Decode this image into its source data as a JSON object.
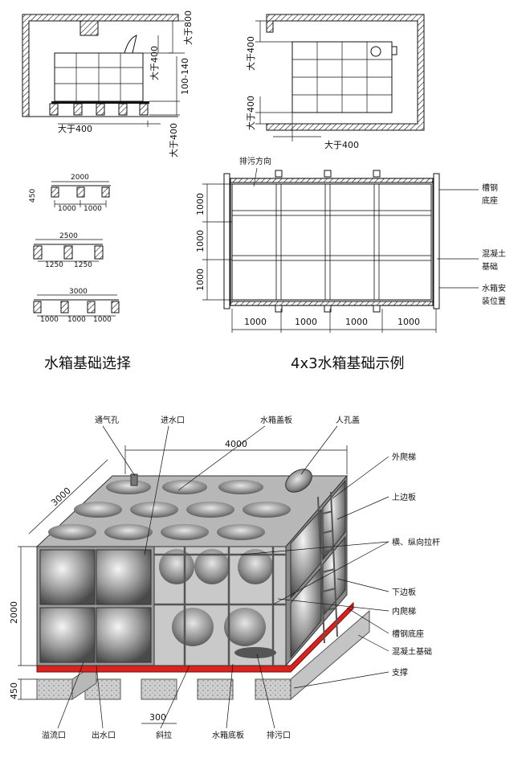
{
  "titles": {
    "foundation_choice": "水箱基础选择",
    "example_4x3": "4x3水箱基础示例"
  },
  "section_view": {
    "gt800": "大于800",
    "gt400_top": "大于400",
    "range_100_140": "100-140",
    "gt400_bottom": "大于400",
    "gt400_right": "大于400"
  },
  "plan_view": {
    "gt400_upper": "大于400",
    "gt400_lower": "大于400",
    "gt400_bottom": "大于400"
  },
  "options": [
    {
      "total": "2000",
      "height": "450",
      "spans": [
        "1000",
        "1000"
      ]
    },
    {
      "total": "2500",
      "spans": [
        "1250",
        "1250"
      ]
    },
    {
      "total": "3000",
      "spans": [
        "1000",
        "1000",
        "1000"
      ]
    }
  ],
  "example": {
    "drain_direction": "排污方向",
    "row_dims": [
      "1000",
      "1000",
      "1000"
    ],
    "col_dims": [
      "1000",
      "1000",
      "1000",
      "1000"
    ],
    "labels": {
      "channel_base_1": "槽钢",
      "channel_base_2": "底座",
      "concrete_1": "混凝土",
      "concrete_2": "基础",
      "install_1": "水箱安",
      "install_2": "装位置"
    }
  },
  "tank": {
    "dims": {
      "length": "4000",
      "width": "3000",
      "height": "2000",
      "base_height": "450",
      "spacing": "300"
    },
    "top_labels": [
      "通气孔",
      "进水口",
      "水箱盖板",
      "人孔盖"
    ],
    "right_labels": [
      "外爬梯",
      "上边板",
      "横、纵向拉杆",
      "下边板",
      "内爬梯",
      "槽钢底座",
      "混凝土基础",
      "支撑"
    ],
    "bottom_labels": [
      "溢流口",
      "出水口",
      "斜拉",
      "水箱底板",
      "排污口"
    ]
  },
  "colors": {
    "channel": "#d8231f",
    "concrete": "#cfcfcf",
    "panel": "#9a9a9a"
  }
}
